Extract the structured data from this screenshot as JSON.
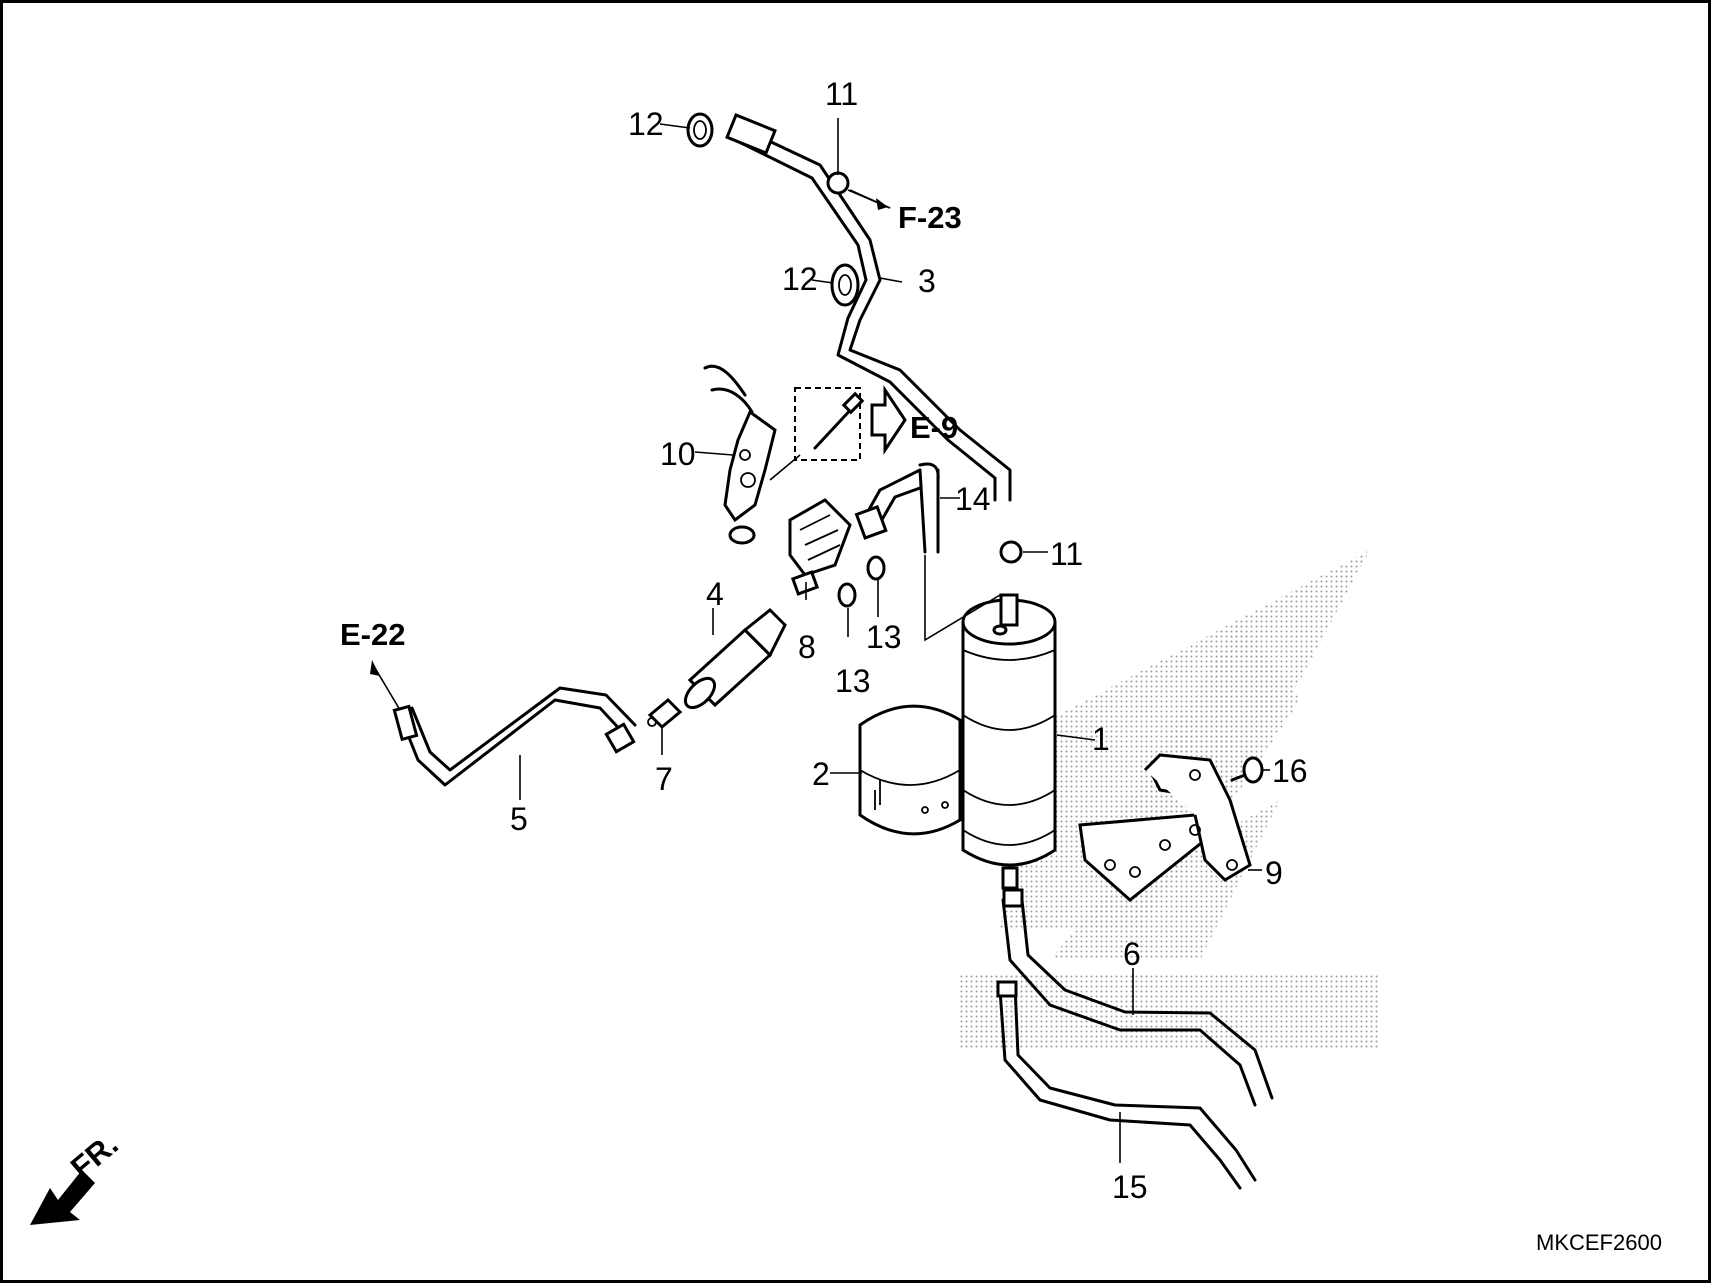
{
  "diagram": {
    "code": "MKCEF2600",
    "front_arrow_text": "FR.",
    "references": {
      "f23": "F-23",
      "e9": "E-9",
      "e22": "E-22"
    },
    "callouts": {
      "p1": "1",
      "p2": "2",
      "p3": "3",
      "p4": "4",
      "p5": "5",
      "p6": "6",
      "p7": "7",
      "p8": "8",
      "p9": "9",
      "p10": "10",
      "p11a": "11",
      "p11b": "11",
      "p12a": "12",
      "p12b": "12",
      "p13a": "13",
      "p13b": "13",
      "p14": "14",
      "p15": "15",
      "p16": "16"
    },
    "icons": [
      "front-arrow-icon",
      "ref-arrow-icon",
      "hollow-arrow-icon"
    ]
  }
}
